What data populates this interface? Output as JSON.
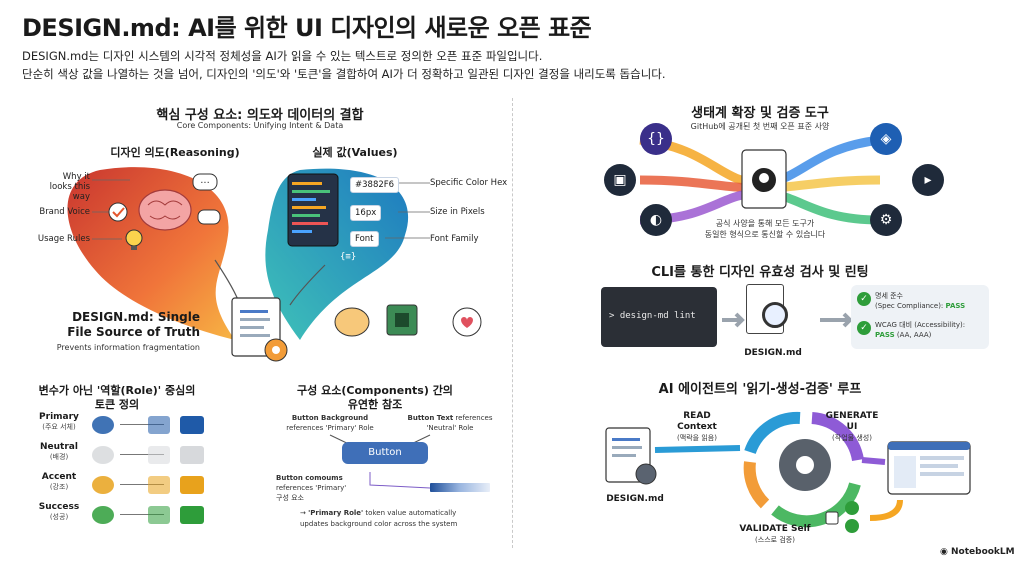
{
  "header": {
    "title": "DESIGN.md: AI를 위한 UI 디자인의 새로운 오픈 표준",
    "line1": "DESIGN.md는 디자인 시스템의 시각적 정체성을 AI가 읽을 수 있는 텍스트로 정의한 오픈 표준 파일입니다.",
    "line2": "단순히 색상 값을 나열하는 것을 넘어, 디자인의 '의도'와 '토큰'을 결합하여 AI가 더 정확하고 일관된 디자인 결정을 내리도록 돕습니다."
  },
  "core": {
    "title": "핵심 구성 요소: 의도와 데이터의 결합",
    "subtitle": "Core Components: Unifying Intent & Data",
    "intent_title": "디자인 의도(Reasoning)",
    "intent_items": [
      "Why it looks this way",
      "Brand Voice",
      "Usage Rules"
    ],
    "values_title": "실제 값(Values)",
    "values_items": [
      {
        "token": "#3882F6",
        "desc": "Specific Color Hex"
      },
      {
        "token": "16px",
        "desc": "Size in Pixels"
      },
      {
        "token": "Font",
        "desc": "Font Family"
      }
    ],
    "code_glyph": "{≡}",
    "sot_title_1": "DESIGN.md: Single",
    "sot_title_2": "File Source of Truth",
    "sot_sub": "Prevents information fragmentation"
  },
  "roles": {
    "title_1": "변수가 아닌 '역할(Role)' 중심의",
    "title_2": "토큰 정의",
    "items": [
      {
        "name": "Primary",
        "ko": "(주요 서체)",
        "color": "#1f5aa8"
      },
      {
        "name": "Neutral",
        "ko": "(배경)",
        "color": "#d7d9dc"
      },
      {
        "name": "Accent",
        "ko": "(강조)",
        "color": "#e8a21c"
      },
      {
        "name": "Success",
        "ko": "(성공)",
        "color": "#2e9d3a"
      }
    ]
  },
  "components": {
    "title_1": "구성 요소(Components) 간의",
    "title_2": "유연한 참조",
    "bg_label_bold": "Button Background",
    "bg_label_rest": "references 'Primary' Role",
    "text_label_bold": "Button Text",
    "text_label_rest1": " references",
    "text_label_rest2": "'Neutral' Role",
    "button_label": "Button",
    "consumes_bold": "Button comoums",
    "consumes_rest1": "references 'Primary'",
    "consumes_rest2": "구성 요소",
    "note_arrow": "→",
    "note_bold": "'Primary Role'",
    "note_rest1": " token value automatically",
    "note_rest2": "updates background color across the system"
  },
  "ecosystem": {
    "title": "생태계 확장 및 검증 도구",
    "subtitle": "GitHub에 공개된 첫 번째 오픈 표준 사양",
    "caption_1": "공식 사양을 통해 모든 도구가",
    "caption_2": "동일한 형식으로 통신할 수 있습니다"
  },
  "cli": {
    "title": "CLI를 통한 디자인 유효성 검사 및 린팅",
    "prompt": ">",
    "command": "design-md lint",
    "file_label": "DESIGN.md",
    "result1_ko": "명세 준수",
    "result1_en": "(Spec Compliance): ",
    "result1_status": "PASS",
    "result2_en": "WCAG 대비 (Accessibility):",
    "result2_status": "PASS",
    "result2_extra": "(AA, AAA)"
  },
  "loop": {
    "title": "AI 에이전트의 '읽기-생성-검증' 루프",
    "read_1": "READ",
    "read_2": "Context",
    "read_ko": "(맥락을 읽음)",
    "gen_1": "GENERATE",
    "gen_2": "UI",
    "gen_ko": "(작업물 생성)",
    "val_1": "VALIDATE Self",
    "val_ko": "(스스로 검증)",
    "file_label": "DESIGN.md"
  },
  "brand": {
    "name": "NotebookLM"
  },
  "colors": {
    "primary": "#3f6fb8",
    "pass": "#2e9d3a",
    "dark": "#1f2a3a"
  }
}
